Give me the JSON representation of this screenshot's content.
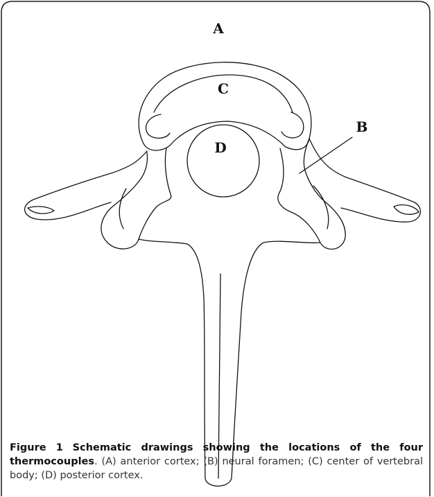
{
  "figure": {
    "labels": {
      "a": "A",
      "b": "B",
      "c": "C",
      "d": "D"
    },
    "caption": {
      "number": "Figure 1",
      "title": "Schematic drawings showing the locations of the four thermocouples",
      "text": ". (A) anterior cortex; (B) neural foramen; (C) center of vertebral body; (D) posterior cortex."
    }
  }
}
